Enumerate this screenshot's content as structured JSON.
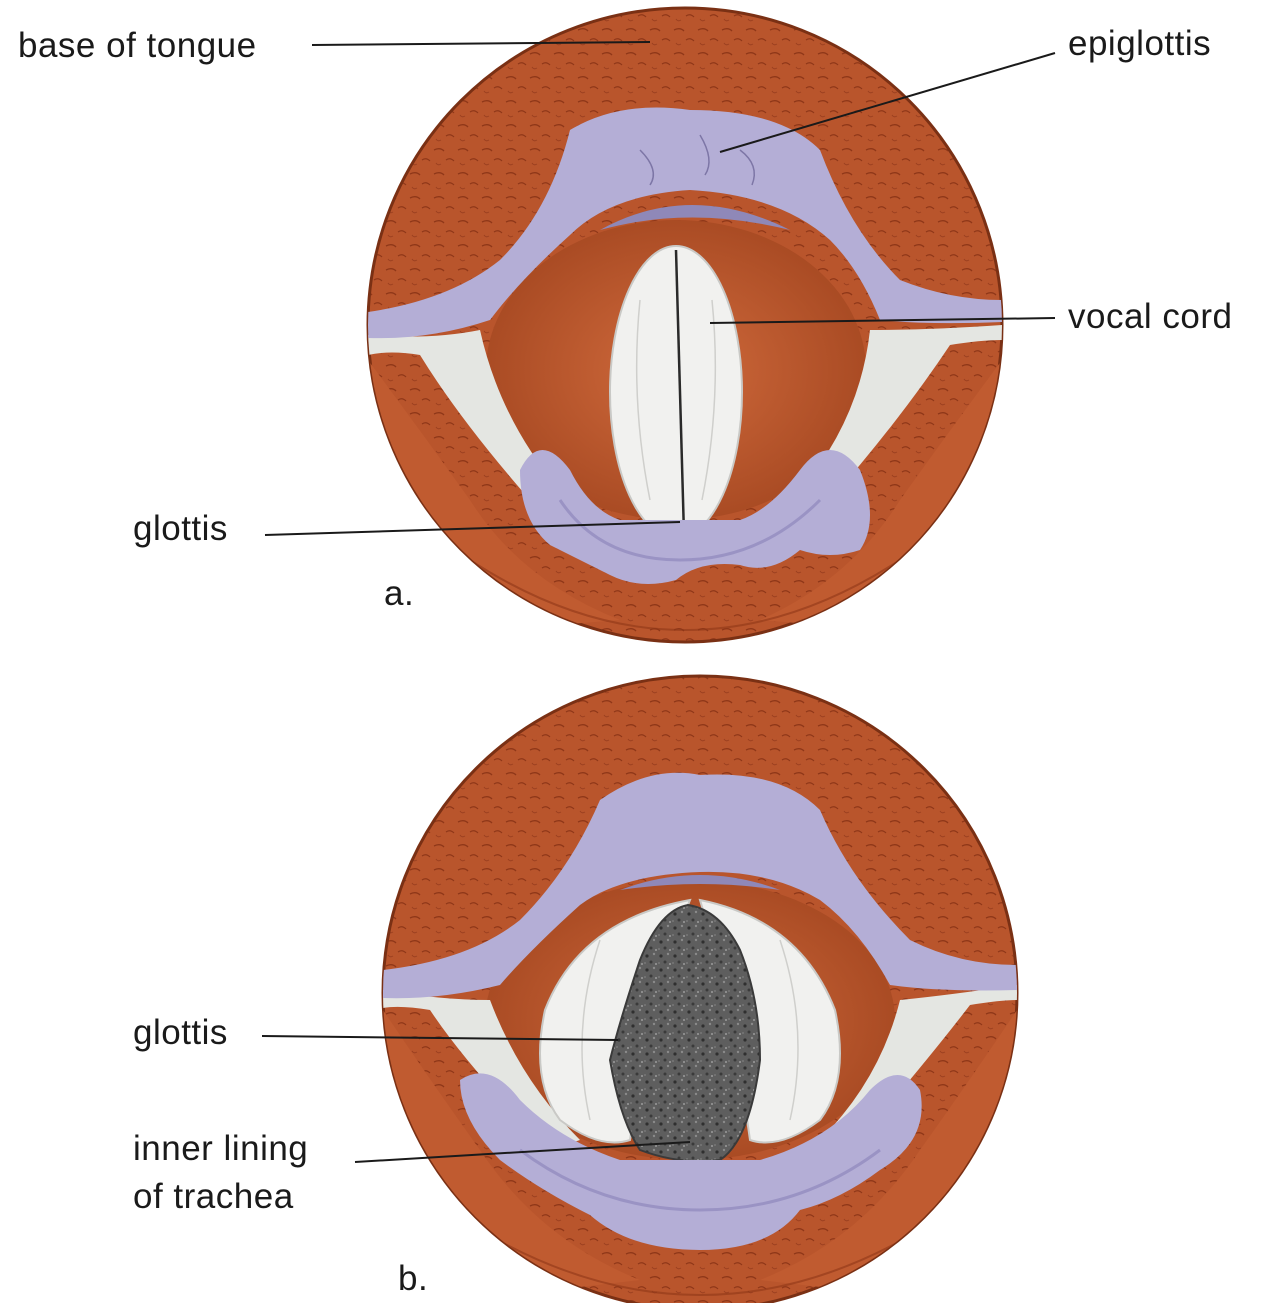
{
  "figure_a": {
    "panel_label": "a.",
    "labels": {
      "base_of_tongue": "base of tongue",
      "epiglottis": "epiglottis",
      "vocal_cord": "vocal cord",
      "glottis": "glottis"
    }
  },
  "figure_b": {
    "panel_label": "b.",
    "labels": {
      "glottis": "glottis",
      "inner_lining_line1": "inner lining",
      "inner_lining_line2": "of trachea"
    }
  },
  "colors": {
    "tissue": "#b9552c",
    "tissue_dark": "#8f3718",
    "membrane": "#b4aed6",
    "membrane_shadow": "#8f88b8",
    "cord": "#eeeeee",
    "trachea": "#5a5a5a"
  }
}
